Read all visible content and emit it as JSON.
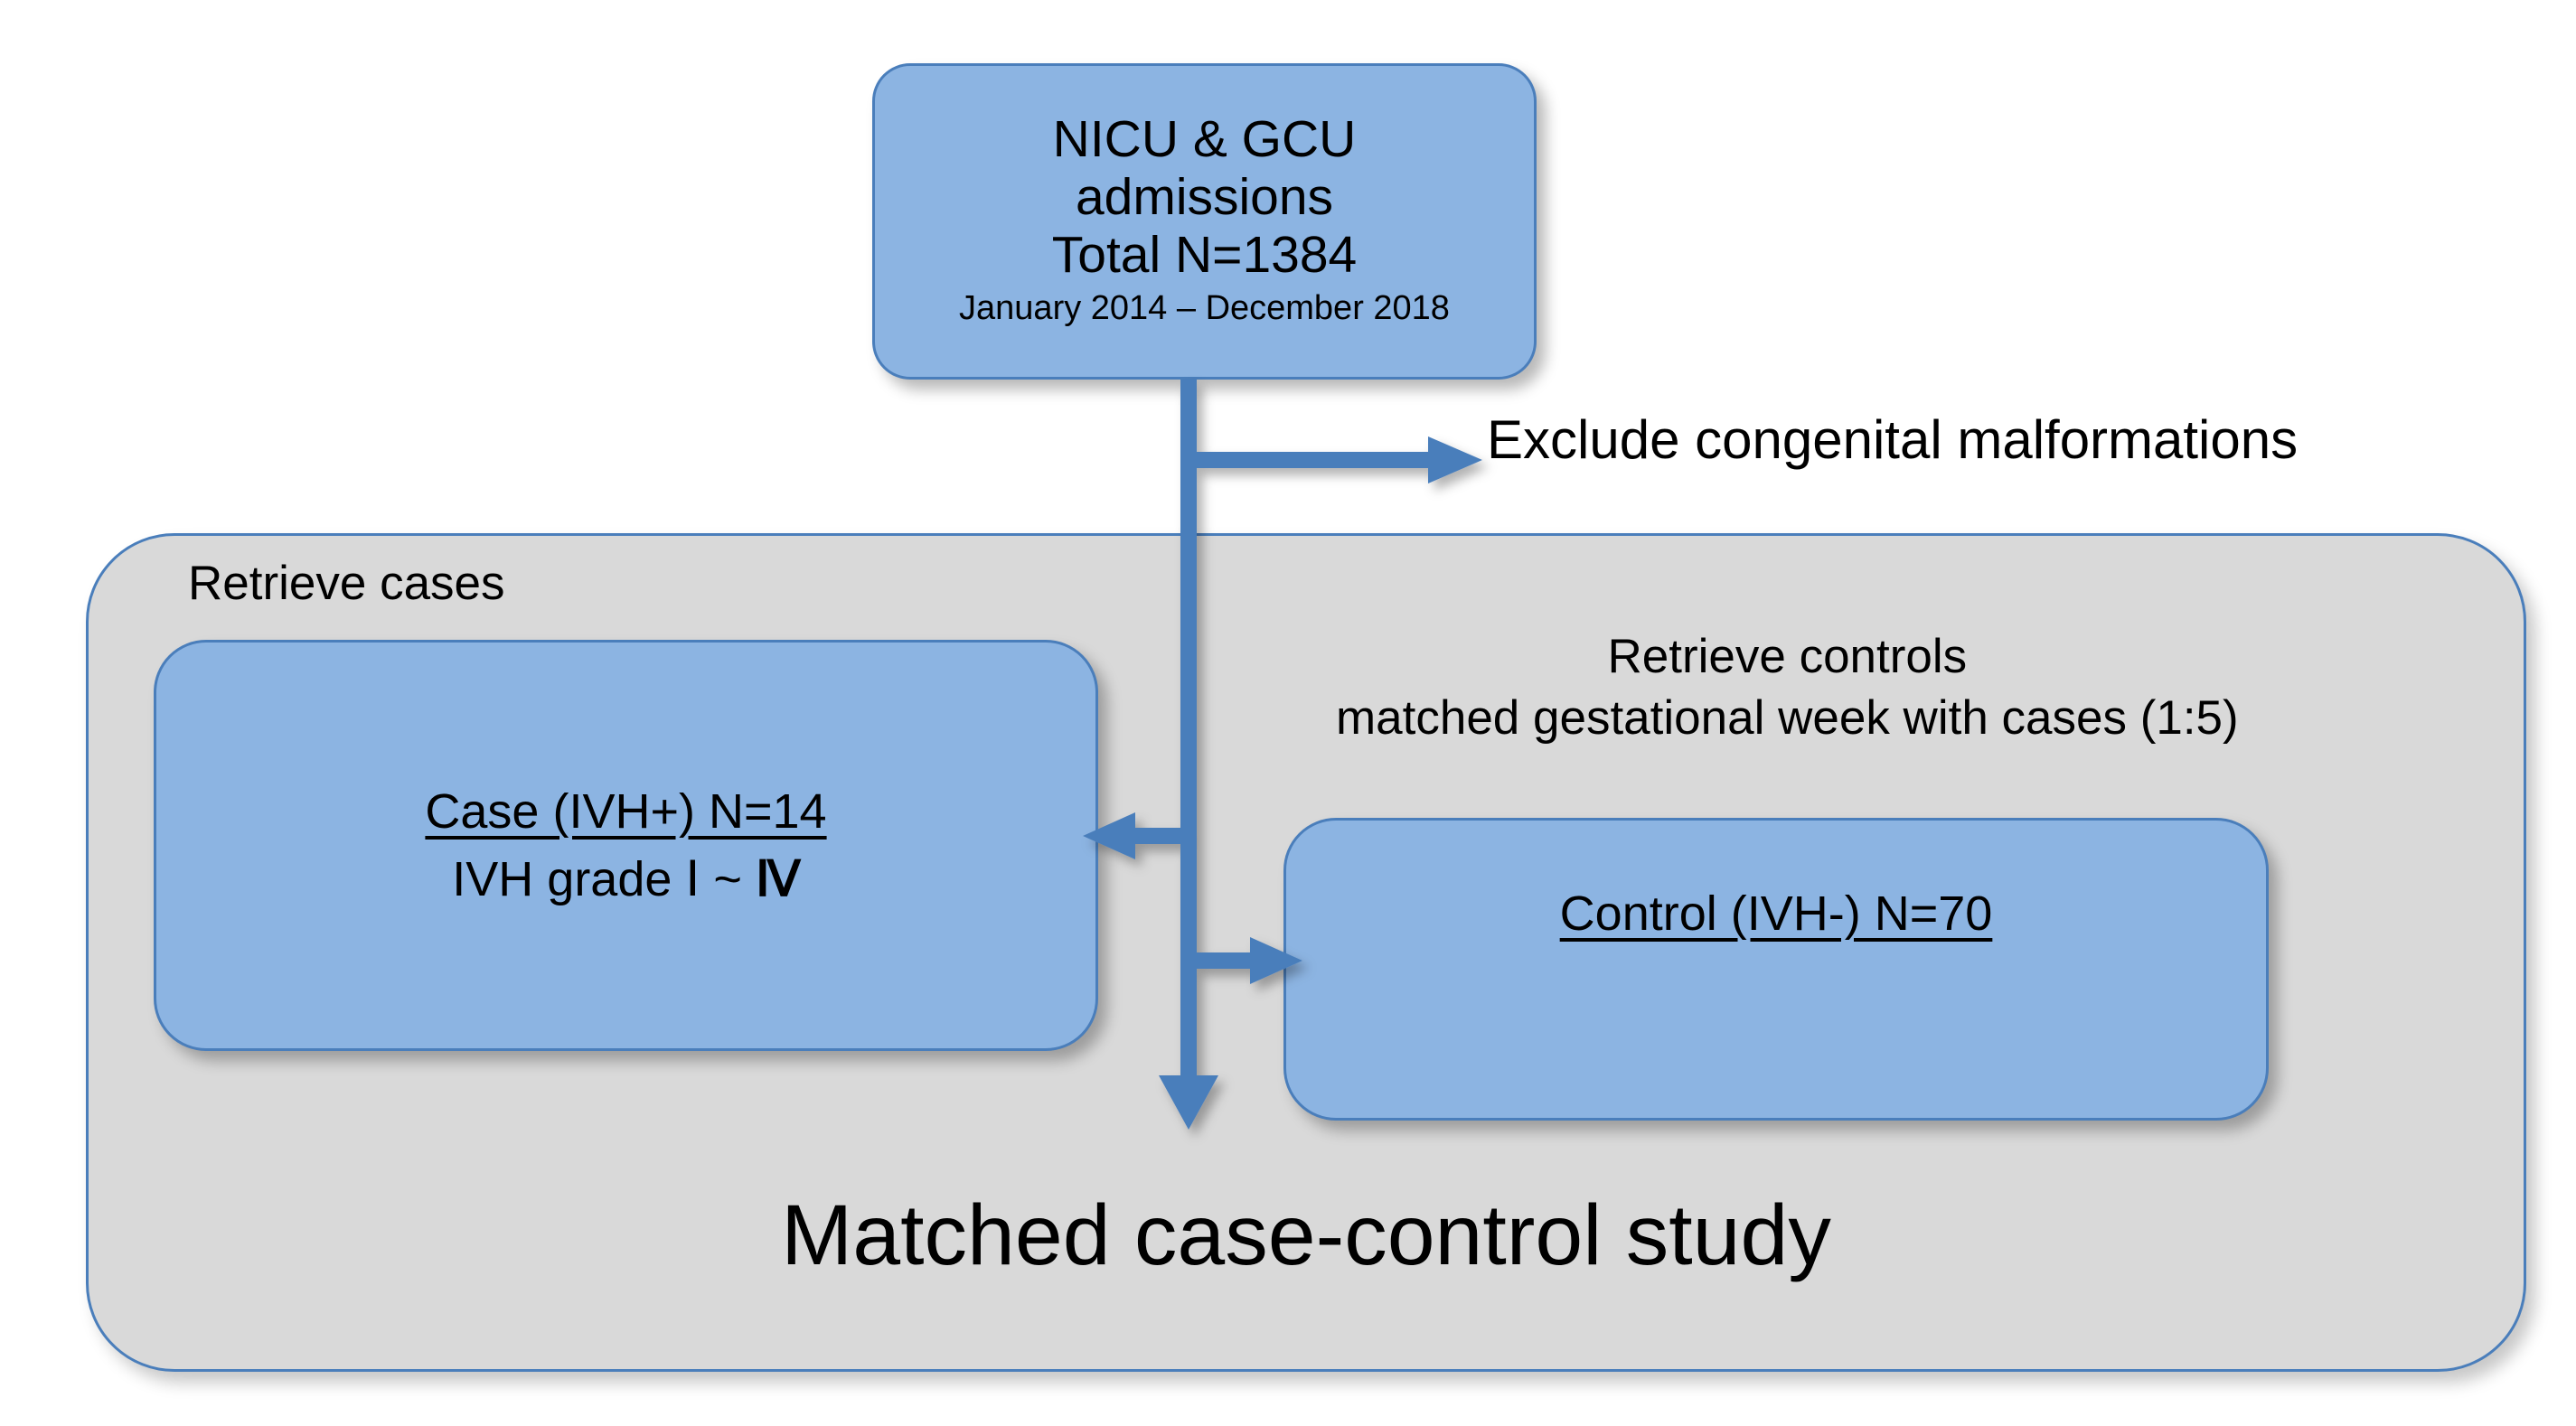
{
  "diagram": {
    "title": "Matched case-control study flow diagram",
    "colors": {
      "box_fill": "#8CB4E2",
      "box_border": "#4A7EBB",
      "panel_fill": "#D9D9D9",
      "connector": "#4A7EBB",
      "text": "#000000"
    }
  },
  "top_box": {
    "line1": "NICU & GCU",
    "line2": "admissions",
    "line3": "Total N=1384",
    "line4": "January 2014 – December 2018"
  },
  "exclusion": {
    "label": "Exclude congenital malformations"
  },
  "panel": {
    "retrieve_cases_label": "Retrieve cases",
    "retrieve_controls_line1": "Retrieve controls",
    "retrieve_controls_line2": "matched gestational week with cases (1:5)",
    "footer_title": "Matched case-control study"
  },
  "case_box": {
    "header": "Case (IVH+)  N=14",
    "sub_prefix": "IVH grade  ",
    "grade_low": "Ⅰ",
    "grade_sep": " ~ ",
    "grade_high": "Ⅳ"
  },
  "control_box": {
    "header": "Control (IVH-)  N=70"
  },
  "connectors": [
    {
      "name": "admissions-to-exclusion",
      "direction": "right"
    },
    {
      "name": "trunk-to-case",
      "direction": "left"
    },
    {
      "name": "trunk-to-control",
      "direction": "right"
    },
    {
      "name": "trunk-to-study",
      "direction": "down"
    }
  ]
}
